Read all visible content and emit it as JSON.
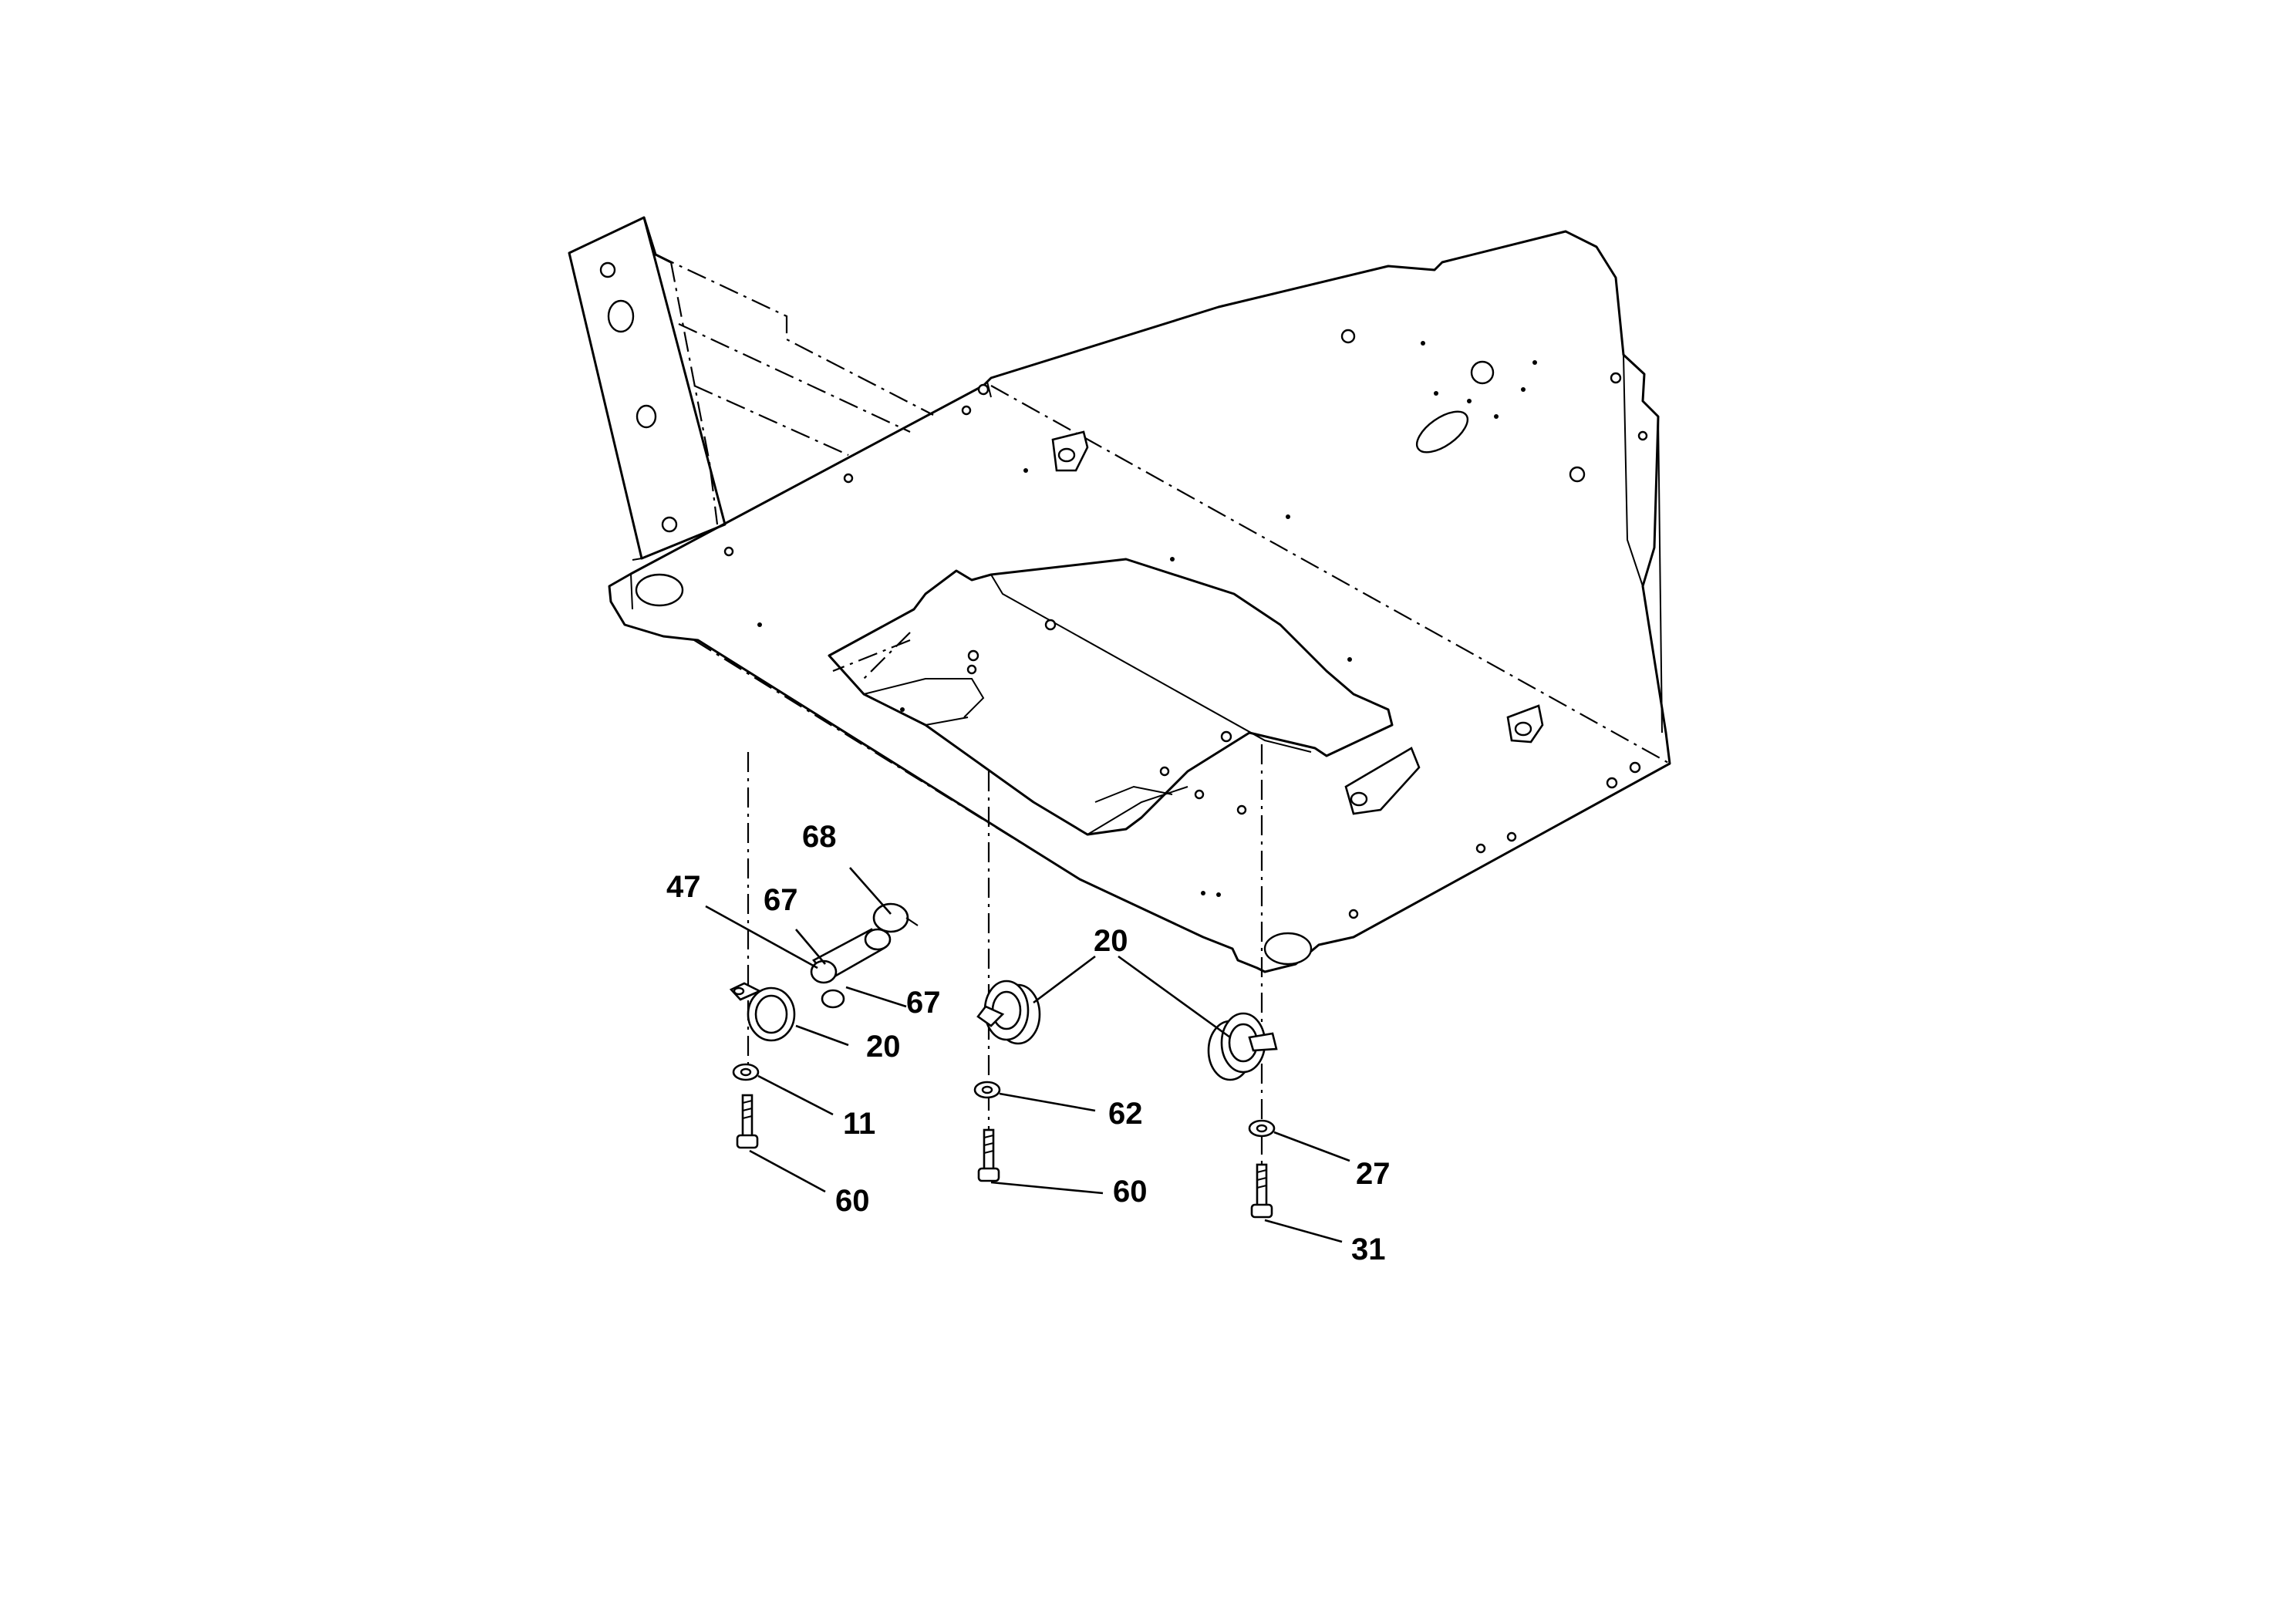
{
  "callouts": [
    {
      "id": "c68",
      "label": "68"
    },
    {
      "id": "c47",
      "label": "47"
    },
    {
      "id": "c67a",
      "label": "67"
    },
    {
      "id": "c67b",
      "label": "67"
    },
    {
      "id": "c20a",
      "label": "20"
    },
    {
      "id": "c11",
      "label": "11"
    },
    {
      "id": "c60a",
      "label": "60"
    },
    {
      "id": "c20b",
      "label": "20"
    },
    {
      "id": "c62",
      "label": "62"
    },
    {
      "id": "c60b",
      "label": "60"
    },
    {
      "id": "c27",
      "label": "27"
    },
    {
      "id": "c31",
      "label": "31"
    }
  ]
}
